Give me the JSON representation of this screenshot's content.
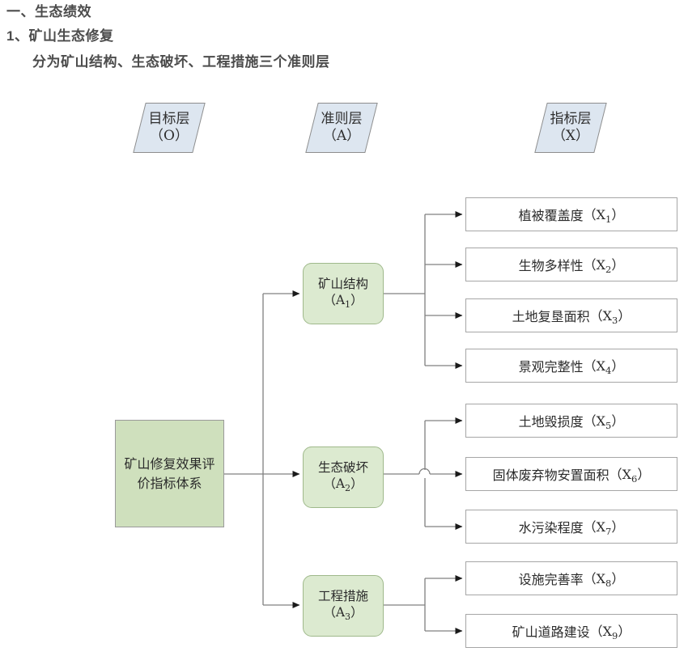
{
  "heading": {
    "line1": "一、生态绩效",
    "line2": "1、矿山生态修复",
    "line3": "分为矿山结构、生态破坏、工程措施三个准则层"
  },
  "diagram": {
    "type": "hierarchy-tree",
    "colors": {
      "layer_tag_fill": "#dde6f0",
      "layer_tag_border": "#8d8d8d",
      "goal_fill": "#cfe0bd",
      "goal_border": "#9a9a9a",
      "criterion_fill": "#dcead0",
      "criterion_border": "#9fb98b",
      "indicator_fill": "#ffffff",
      "indicator_border": "#a6a6a6",
      "connector": "#808080",
      "text": "#2b2b2b"
    },
    "layer_tags": [
      {
        "name": "goal-layer",
        "title": "目标层",
        "code": "（O）"
      },
      {
        "name": "criterion-layer",
        "title": "准则层",
        "code": "（A）"
      },
      {
        "name": "indicator-layer",
        "title": "指标层",
        "code": "（X）"
      }
    ],
    "goal": {
      "label": "矿山修复效果评价指标体系"
    },
    "criteria": [
      {
        "id": "A1",
        "label": "矿山结构",
        "code_prefix": "（A",
        "code_sub": "1",
        "code_suffix": "）"
      },
      {
        "id": "A2",
        "label": "生态破坏",
        "code_prefix": "（A",
        "code_sub": "2",
        "code_suffix": "）"
      },
      {
        "id": "A3",
        "label": "工程措施",
        "code_prefix": "（A",
        "code_sub": "3",
        "code_suffix": "）"
      }
    ],
    "indicators": [
      {
        "id": "X1",
        "parent": "A1",
        "label": "植被覆盖度",
        "code_prefix": "（X",
        "code_sub": "1",
        "code_suffix": "）"
      },
      {
        "id": "X2",
        "parent": "A1",
        "label": "生物多样性",
        "code_prefix": "（X",
        "code_sub": "2",
        "code_suffix": "）"
      },
      {
        "id": "X3",
        "parent": "A1",
        "label": "土地复垦面积",
        "code_prefix": "（X",
        "code_sub": "3",
        "code_suffix": "）"
      },
      {
        "id": "X4",
        "parent": "A1",
        "label": "景观完整性",
        "code_prefix": "（X",
        "code_sub": "4",
        "code_suffix": "）"
      },
      {
        "id": "X5",
        "parent": "A2",
        "label": "土地毁损度",
        "code_prefix": "（X",
        "code_sub": "5",
        "code_suffix": "）"
      },
      {
        "id": "X6",
        "parent": "A2",
        "label": "固体废弃物安置面积",
        "code_prefix": "（X",
        "code_sub": "6",
        "code_suffix": "）"
      },
      {
        "id": "X7",
        "parent": "A2",
        "label": "水污染程度",
        "code_prefix": "（X",
        "code_sub": "7",
        "code_suffix": "）"
      },
      {
        "id": "X8",
        "parent": "A3",
        "label": "设施完善率",
        "code_prefix": "（X",
        "code_sub": "8",
        "code_suffix": "）"
      },
      {
        "id": "X9",
        "parent": "A3",
        "label": "矿山道路建设",
        "code_prefix": "（X",
        "code_sub": "9",
        "code_suffix": "）"
      }
    ]
  }
}
